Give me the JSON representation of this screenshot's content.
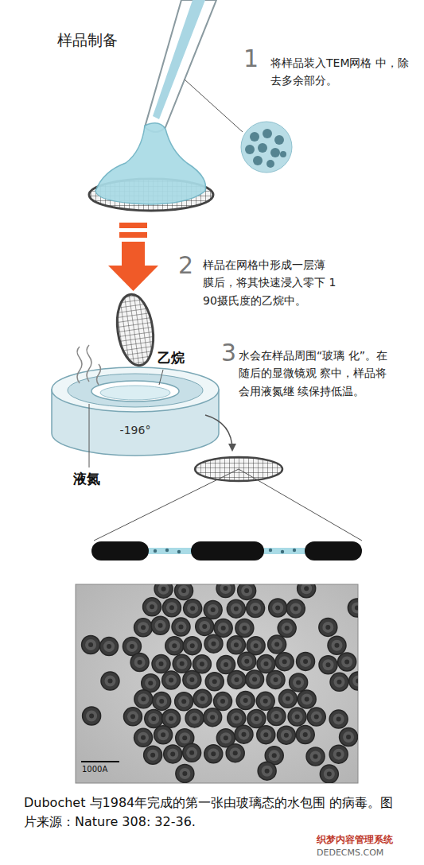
{
  "diagram": {
    "title": "样品制备",
    "caption": "Dubochet 与1984年完成的第一张由玻璃态的水包围 的病毒。图片来源：Nature 308: 32-36.",
    "nodes": [
      {
        "text": [
          "-196°"
        ]
      }
    ],
    "labels": [
      "1",
      "将样品装入TEM网格 中，除去多余部分。",
      "2",
      "样品在网格中形成一层薄 膜后，将其快速浸入零下 190摄氏度的乙烷中。",
      "3",
      "水会在样品周围“玻璃 化”。在随后的显微镜观 察中，样品将会用液氮继 续保持低温。",
      "乙烷",
      "液氮",
      "1000A",
      "织梦内容管理系统",
      "DEDECMS.COM"
    ]
  }
}
